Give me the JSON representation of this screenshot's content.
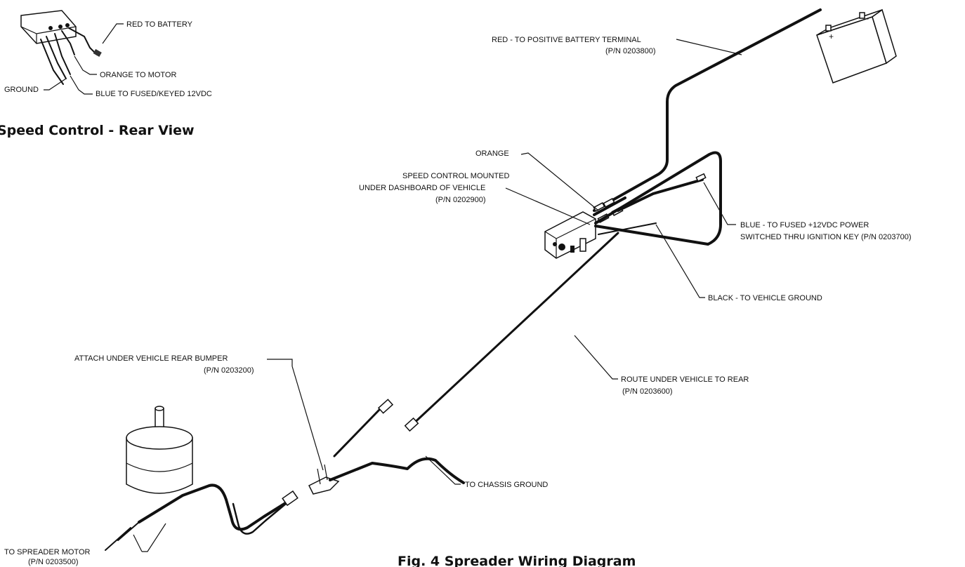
{
  "rear_view": {
    "labels": {
      "red_to_battery": "RED TO BATTERY",
      "orange_to_motor": "ORANGE TO MOTOR",
      "ground": "GROUND",
      "blue_to_fused": "BLUE TO FUSED/KEYED 12VDC"
    },
    "caption": "Speed Control - Rear View"
  },
  "main": {
    "red_terminal": {
      "line1": "RED - TO POSITIVE BATTERY TERMINAL",
      "line2": "(P/N 0203800)"
    },
    "orange": "ORANGE",
    "speed_control": {
      "line1": "SPEED CONTROL MOUNTED",
      "line2": "UNDER DASHBOARD OF VEHICLE",
      "line3": "(P/N 0202900)"
    },
    "blue_power": {
      "line1": "BLUE - TO FUSED +12VDC POWER",
      "line2": "SWITCHED THRU IGNITION KEY (P/N 0203700)"
    },
    "black_ground": "BLACK - TO VEHICLE GROUND",
    "rear_bumper": {
      "line1": "ATTACH UNDER VEHICLE REAR BUMPER",
      "line2": "(P/N 0203200)"
    },
    "route_under": {
      "line1": "ROUTE UNDER VEHICLE TO REAR",
      "line2": "(P/N 0203600)"
    },
    "chassis_ground": "TO CHASSIS GROUND",
    "spreader_motor": {
      "line1": "TO SPREADER MOTOR",
      "line2": "(P/N 0203500)"
    },
    "battery_terminals": {
      "positive": "+",
      "negative": "-"
    }
  },
  "figure_caption": "Fig. 4  Spreader Wiring Diagram"
}
